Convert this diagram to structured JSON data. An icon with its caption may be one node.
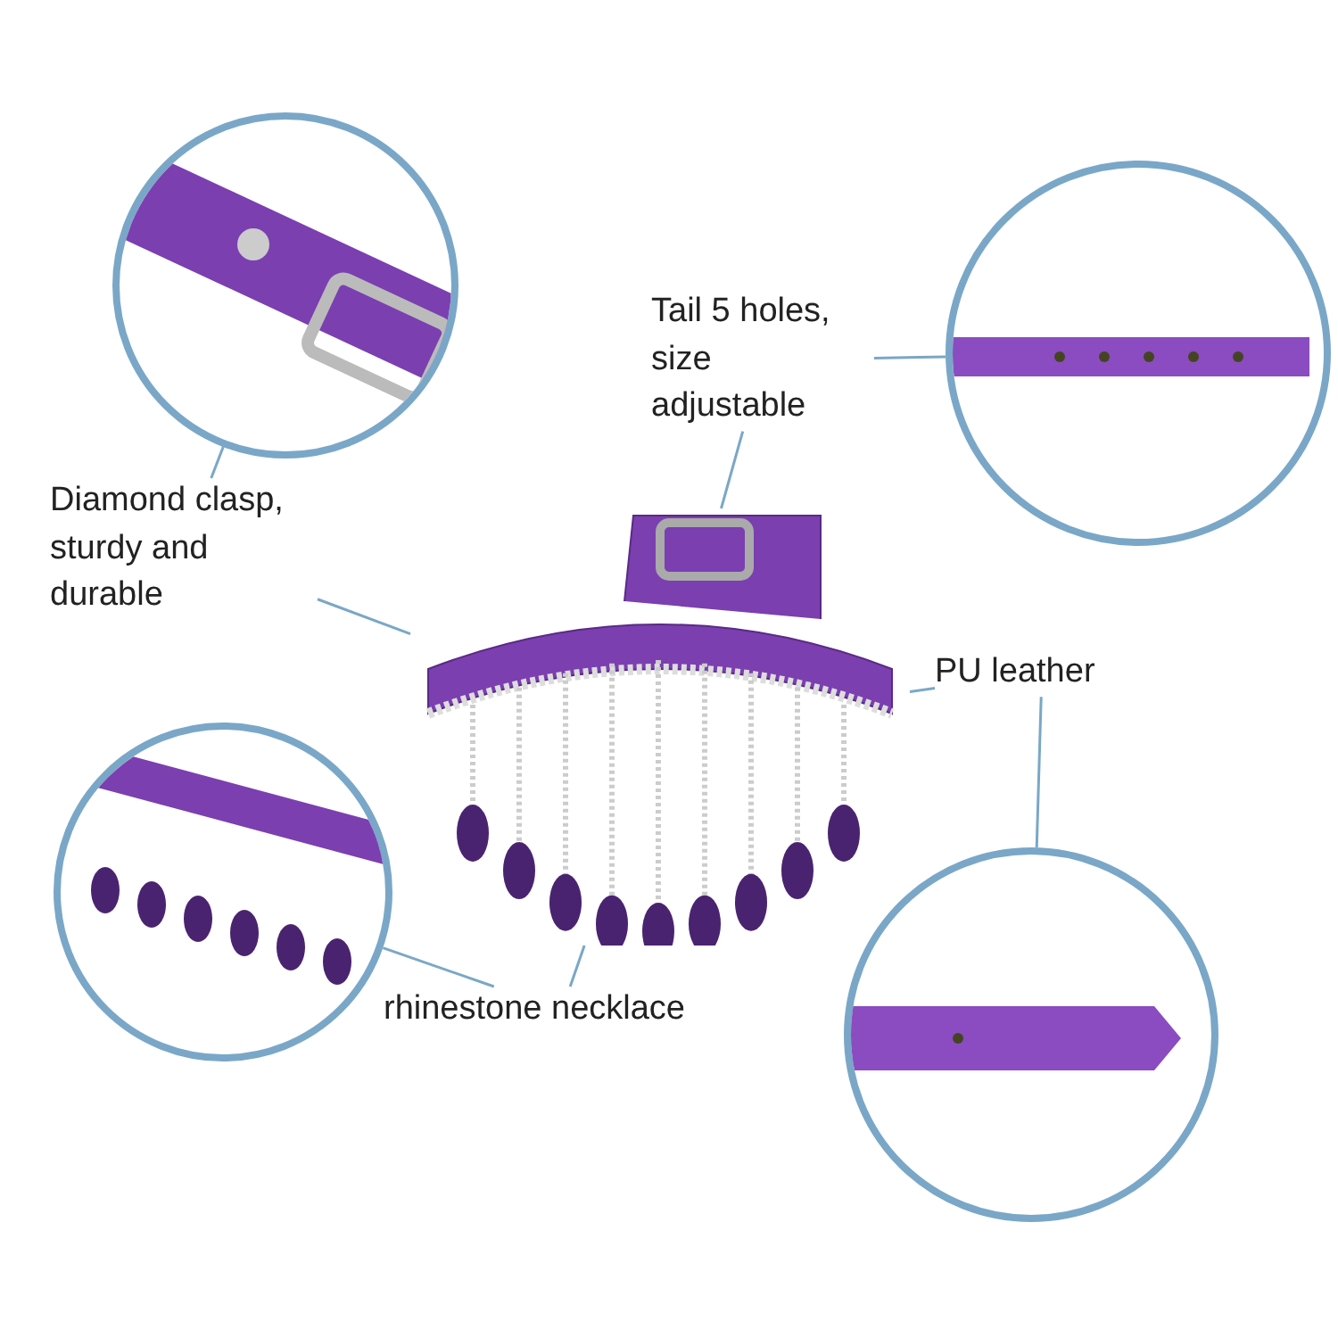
{
  "diagram": {
    "nodes": [
      {
        "text": [],
        "shape": "picture"
      },
      {
        "text": [],
        "shape": "picture"
      },
      {
        "text": [],
        "shape": "picture"
      },
      {
        "text": [],
        "shape": "picture"
      },
      {
        "text": [],
        "shape": "picture"
      },
      {
        "text": [
          "Tail 5 holes, size adjustable"
        ]
      },
      {
        "text": [
          "Diamond clasp, sturdy and durable"
        ]
      },
      {
        "text": [
          "PU leather"
        ]
      },
      {
        "text": [
          "rhinestone necklace"
        ]
      }
    ],
    "edges": [
      {
        "from": 5,
        "to": 0,
        "arrow": "none"
      },
      {
        "from": 5,
        "to": 2,
        "arrow": "none"
      },
      {
        "from": 6,
        "to": 1,
        "arrow": "none"
      },
      {
        "from": 6,
        "to": 0,
        "arrow": "none"
      },
      {
        "from": 7,
        "to": 0,
        "arrow": "none"
      },
      {
        "from": 7,
        "to": 4,
        "arrow": "none"
      },
      {
        "from": 8,
        "to": 0,
        "arrow": "none"
      },
      {
        "from": 8,
        "to": 3,
        "arrow": "none"
      }
    ]
  }
}
